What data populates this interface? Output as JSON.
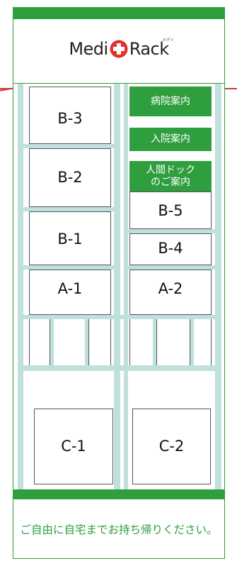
{
  "header": {
    "logo_left": "Medi",
    "logo_right": "Rack",
    "logo_ruby": "メディ",
    "logo_icon": "plus-circle-icon"
  },
  "slots": {
    "b3": "B-3",
    "b2": "B-2",
    "b1": "B-1",
    "a1": "A-1",
    "b5": "B-5",
    "b4": "B-4",
    "a2": "A-2",
    "c1": "C-1",
    "c2": "C-2"
  },
  "guides": {
    "hospital": "病院案内",
    "admission": "入院案内",
    "dock_line1": "人間ドック",
    "dock_line2": "のご案内"
  },
  "footer": {
    "text": "ご自由に自宅までお持ち帰りください。"
  },
  "colors": {
    "brand_green": "#2e9e3f",
    "rail": "#bfe0dd",
    "accent_red": "#d23a3a"
  }
}
